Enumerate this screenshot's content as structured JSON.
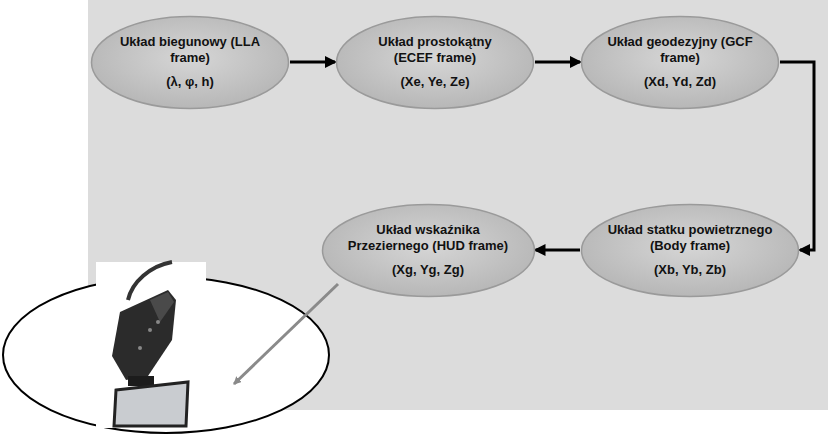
{
  "diagram": {
    "nodes": [
      {
        "text": [
          "Układ biegunowy (LLA frame)",
          "(λ, φ, h)"
        ]
      },
      {
        "text": [
          "Układ prostokątny (ECEF frame)",
          "(Xe, Ye, Ze)"
        ]
      },
      {
        "text": [
          "Układ geodezyjny (GCF frame)",
          "(Xd, Yd, Zd)"
        ]
      },
      {
        "text": [
          "Układ statku powietrznego (Body frame)",
          "(Xb, Yb, Zb)"
        ]
      },
      {
        "text": [
          "Układ wskaźnika Przeziernego (HUD frame)",
          "(Xg, Yg, Zg)"
        ]
      }
    ],
    "edges": [
      {
        "from": 0,
        "to": 1,
        "arrow": "to"
      },
      {
        "from": 1,
        "to": 2,
        "arrow": "to"
      },
      {
        "from": 2,
        "to": 3,
        "arrow": "to"
      },
      {
        "from": 3,
        "to": 4,
        "arrow": "to"
      }
    ]
  }
}
